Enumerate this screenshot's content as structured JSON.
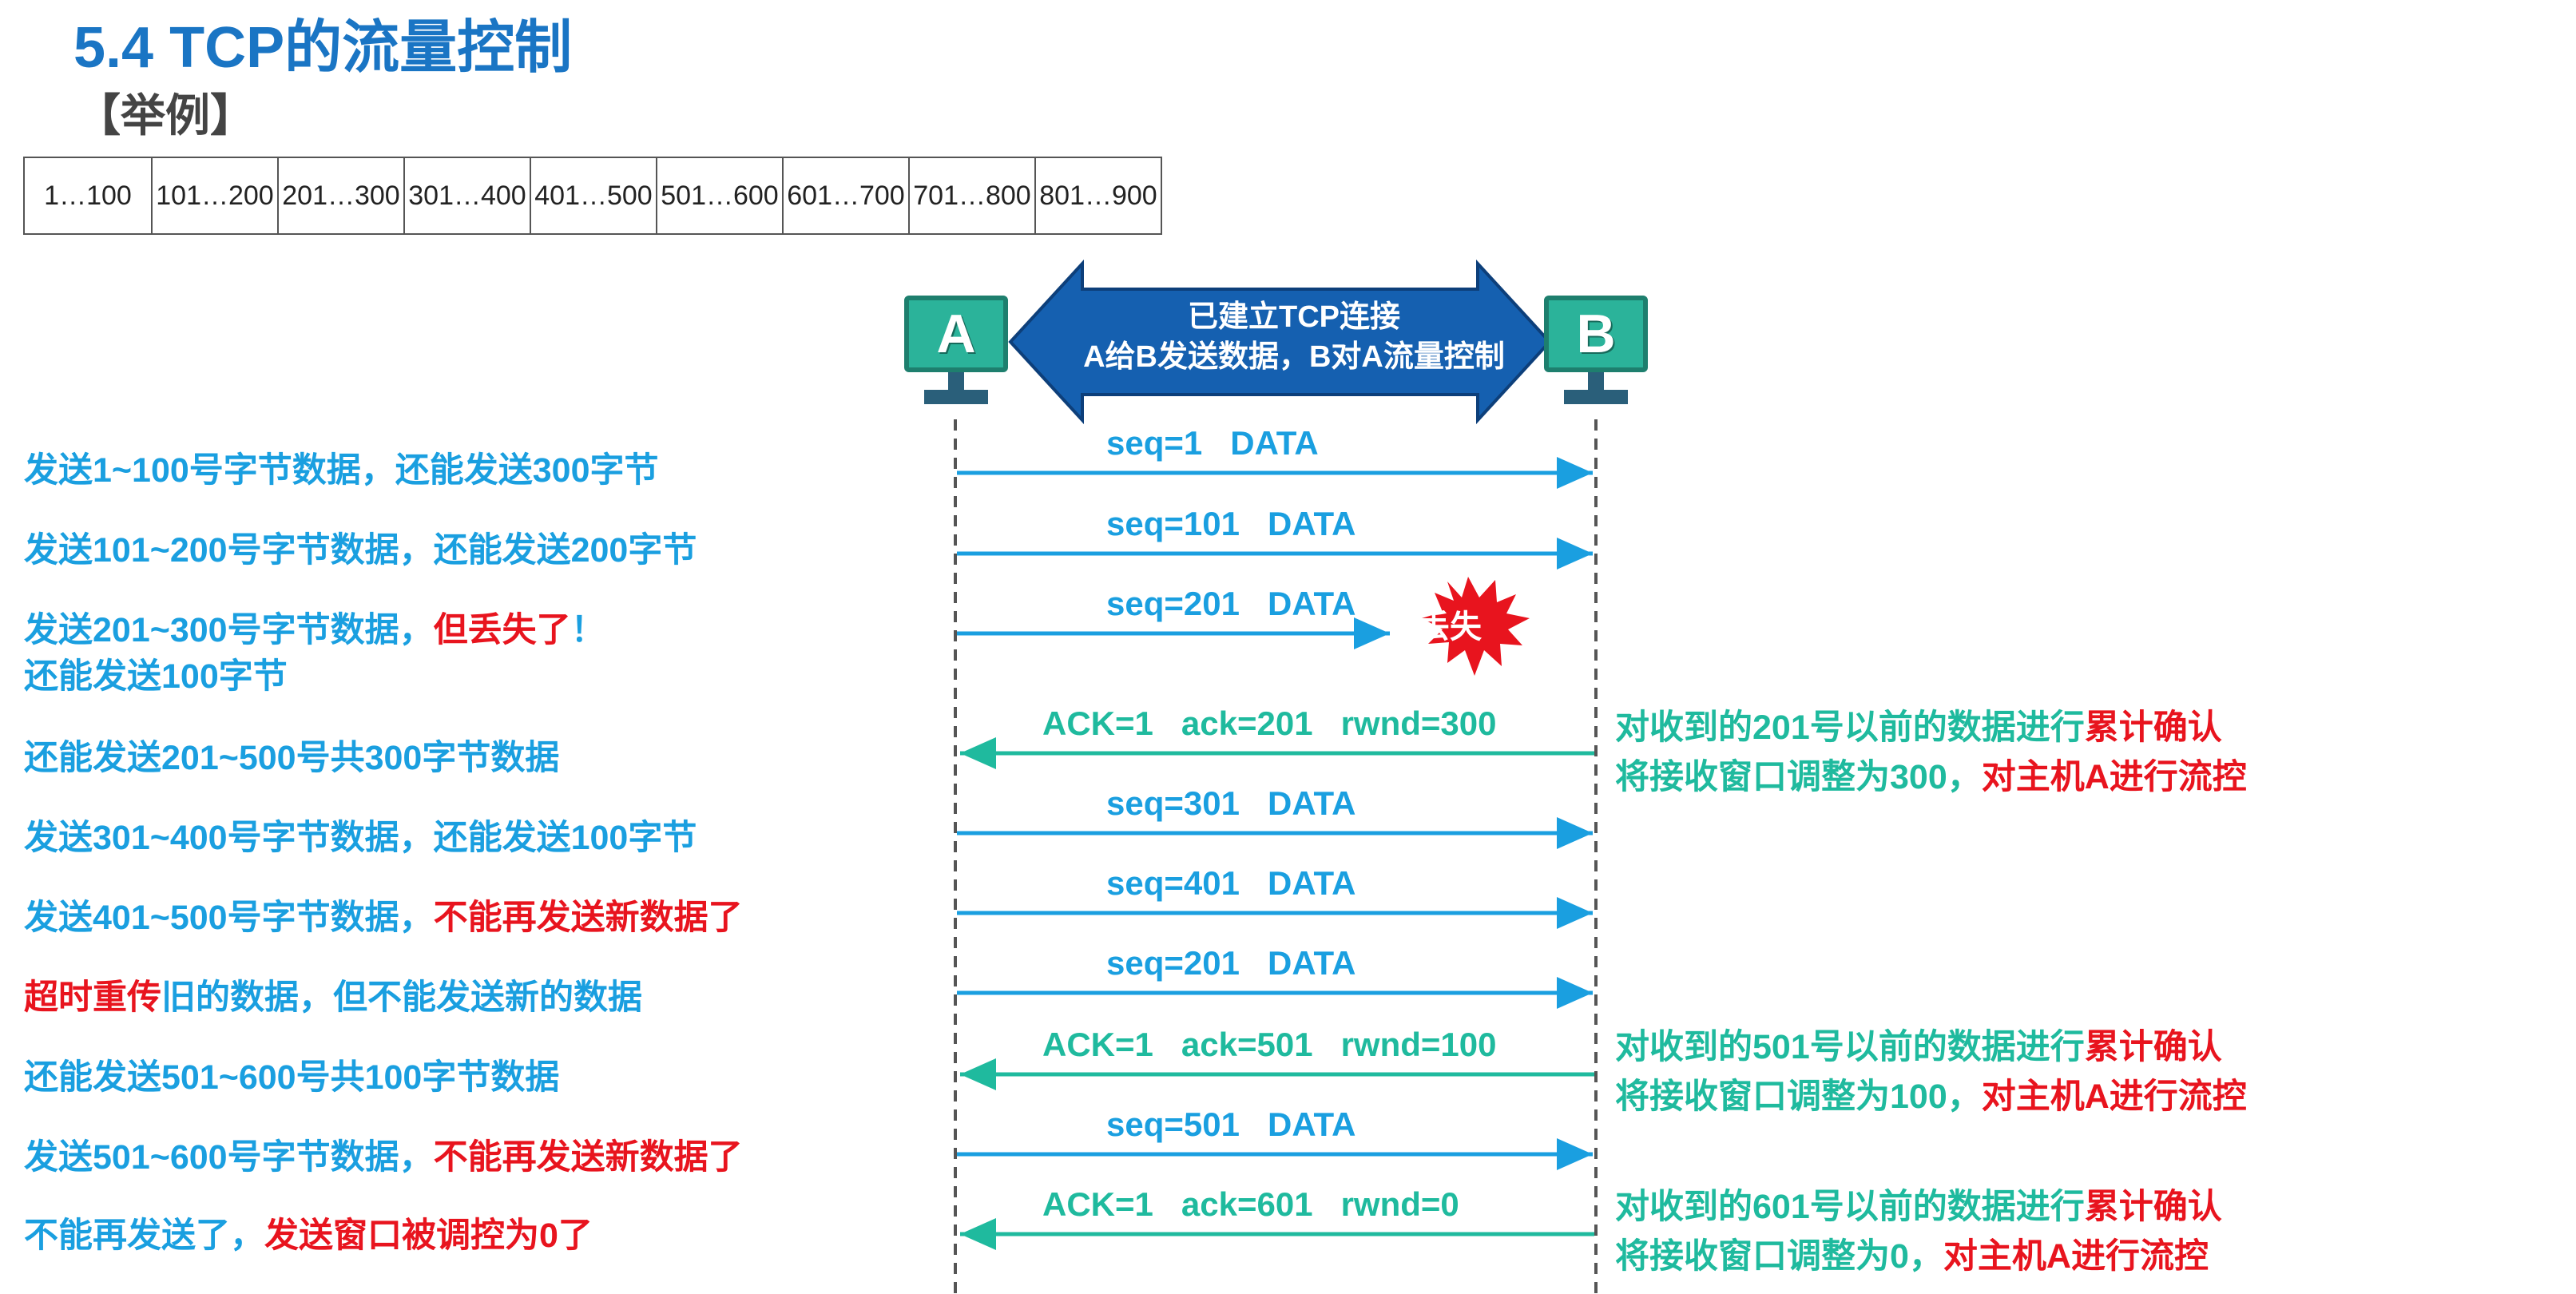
{
  "title": "5.4 TCP的流量控制",
  "subtitle": "【举例】",
  "byte_ranges": [
    "1…100",
    "101…200",
    "201…300",
    "301…400",
    "401…500",
    "501…600",
    "601…700",
    "701…800",
    "801…900"
  ],
  "hosts": {
    "a": "A",
    "b": "B"
  },
  "connection": {
    "line1": "已建立TCP连接",
    "line2": "A给B发送数据，B对A流量控制"
  },
  "left_notes": [
    {
      "parts": [
        {
          "text": "发送1~100号字节数据，还能发送300字节"
        }
      ]
    },
    {
      "parts": [
        {
          "text": "发送101~200号字节数据，还能发送200字节"
        }
      ]
    },
    {
      "parts": [
        {
          "text": "发送201~300号字节数据，"
        },
        {
          "text": "但丢失了",
          "red": true
        },
        {
          "text": "！"
        }
      ]
    },
    {
      "parts": [
        {
          "text": "还能发送100字节"
        }
      ]
    },
    {
      "parts": [
        {
          "text": "还能发送201~500号共300字节数据"
        }
      ]
    },
    {
      "parts": [
        {
          "text": "发送301~400号字节数据，还能发送100字节"
        }
      ]
    },
    {
      "parts": [
        {
          "text": "发送401~500号字节数据，"
        },
        {
          "text": "不能再发送新数据了",
          "red": true
        }
      ]
    },
    {
      "parts": [
        {
          "text": "超时重传",
          "red": true
        },
        {
          "text": "旧的数据，但不能发送新的数据"
        }
      ]
    },
    {
      "parts": [
        {
          "text": "还能发送501~600号共100字节数据"
        }
      ]
    },
    {
      "parts": [
        {
          "text": "发送501~600号字节数据，"
        },
        {
          "text": "不能再发送新数据了",
          "red": true
        }
      ]
    },
    {
      "parts": [
        {
          "text": "不能再发送了，"
        },
        {
          "text": "发送窗口被调控为0了",
          "red": true
        }
      ]
    }
  ],
  "messages": [
    {
      "dir": "A->B",
      "label": "seq=1   DATA"
    },
    {
      "dir": "A->B",
      "label": "seq=101   DATA"
    },
    {
      "dir": "A->B",
      "label": "seq=201   DATA",
      "lost": true
    },
    {
      "dir": "B->A",
      "label": "ACK=1   ack=201   rwnd=300"
    },
    {
      "dir": "A->B",
      "label": "seq=301   DATA"
    },
    {
      "dir": "A->B",
      "label": "seq=401   DATA"
    },
    {
      "dir": "A->B",
      "label": "seq=201   DATA"
    },
    {
      "dir": "B->A",
      "label": "ACK=1   ack=501   rwnd=100"
    },
    {
      "dir": "A->B",
      "label": "seq=501   DATA"
    },
    {
      "dir": "B->A",
      "label": "ACK=1   ack=601   rwnd=0"
    }
  ],
  "lost_label": "丢失",
  "right_notes": [
    {
      "line1": [
        {
          "text": "对收到的201号以前的数据进行"
        },
        {
          "text": "累计确认",
          "red": true
        }
      ],
      "line2": [
        {
          "text": "将接收窗口调整为300，"
        },
        {
          "text": "对主机A进行流控",
          "red": true
        }
      ]
    },
    {
      "line1": [
        {
          "text": "对收到的501号以前的数据进行"
        },
        {
          "text": "累计确认",
          "red": true
        }
      ],
      "line2": [
        {
          "text": "将接收窗口调整为100，"
        },
        {
          "text": "对主机A进行流控",
          "red": true
        }
      ]
    },
    {
      "line1": [
        {
          "text": "对收到的601号以前的数据进行"
        },
        {
          "text": "累计确认",
          "red": true
        }
      ],
      "line2": [
        {
          "text": "将接收窗口调整为0，"
        },
        {
          "text": "对主机A进行流控",
          "red": true
        }
      ]
    }
  ],
  "colors": {
    "title": "#1a75c4",
    "data_arrow": "#1a9fe0",
    "ack_arrow": "#1fba9e",
    "highlight": "#e8141e",
    "conn_arrow": "#1560b0"
  }
}
